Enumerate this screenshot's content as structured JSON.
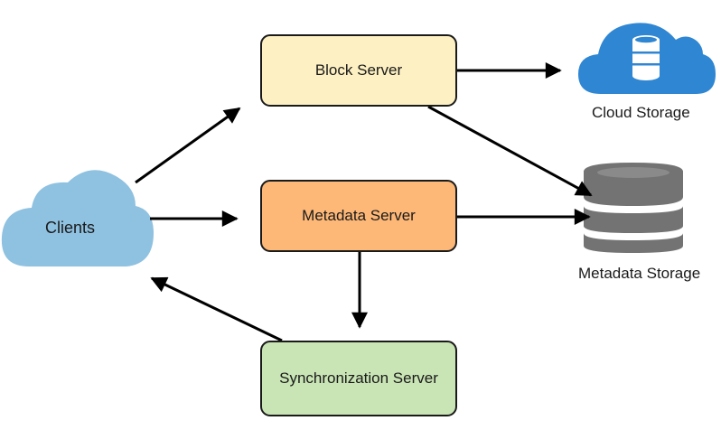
{
  "clients": {
    "label": "Clients"
  },
  "servers": {
    "block": {
      "label": "Block Server"
    },
    "metadata": {
      "label": "Metadata Server"
    },
    "sync": {
      "label": "Synchronization Server"
    }
  },
  "storage": {
    "cloud": {
      "label": "Cloud Storage",
      "icon": "cloud-database-icon"
    },
    "metadata": {
      "label": "Metadata Storage",
      "icon": "database-icon"
    }
  },
  "colors": {
    "client_cloud": "#8fc1e0",
    "block_server_fill": "#fdf0c2",
    "metadata_server_fill": "#fdb877",
    "sync_server_fill": "#c9e5b5",
    "cloud_storage_fill": "#2f86d2",
    "database_fill": "#737373",
    "arrow": "#000000"
  }
}
